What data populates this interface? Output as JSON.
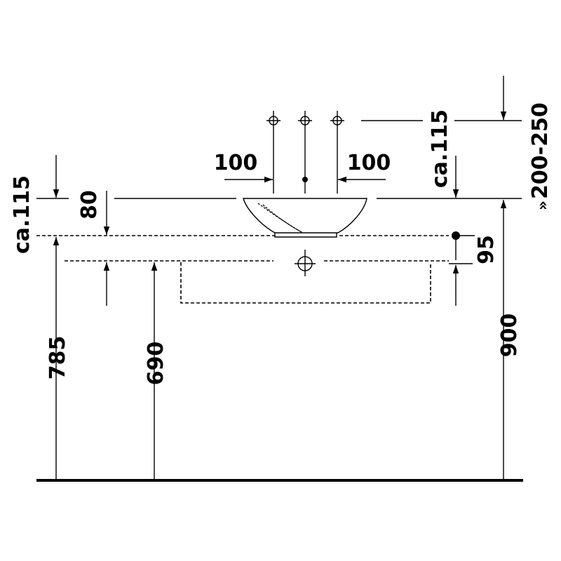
{
  "drawing": {
    "labels": {
      "tap_spacing_left": "100",
      "tap_spacing_right": "100",
      "tap_height_left": "ca.115",
      "tap_height_right": "ca.115",
      "tap_range": "200-250",
      "basin_height": "80",
      "overflow_drop": "95",
      "counter_height": "785",
      "siphon_height": "690",
      "rim_height": "900"
    },
    "range_prefix": "»"
  }
}
